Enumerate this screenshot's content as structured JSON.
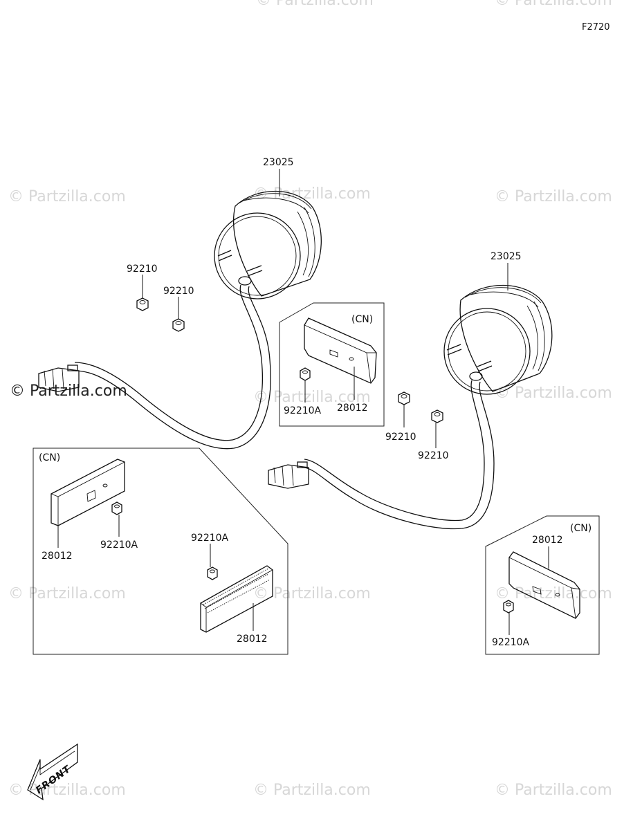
{
  "diagram_code": "F2720",
  "watermark": "© Partzilla.com",
  "watermark_dark": "© Partzilla.com",
  "front_label": "FRONT",
  "cn_label": "(CN)",
  "parts": {
    "lamp_left": "23025",
    "lamp_right": "23025",
    "nut_left_a": "92210",
    "nut_left_b": "92210",
    "nut_right_a": "92210",
    "nut_right_b": "92210",
    "reflector_center": "28012",
    "nut_center": "92210A",
    "reflector_box_left_a": "28012",
    "nut_box_left_a": "92210A",
    "nut_box_left_b": "92210A",
    "reflector_box_left_b": "28012",
    "reflector_box_right": "28012",
    "nut_box_right": "92210A"
  }
}
